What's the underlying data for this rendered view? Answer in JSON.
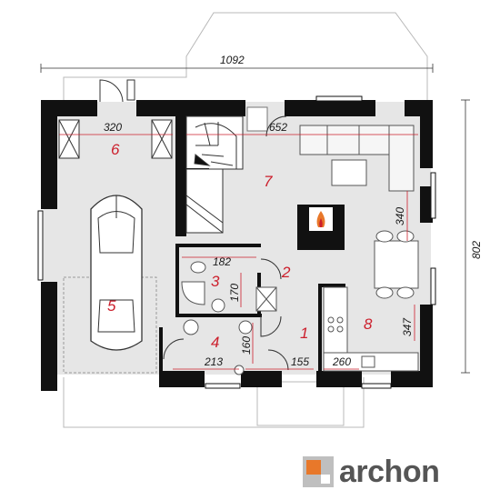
{
  "plan": {
    "overall_width": "1092",
    "overall_depth": "802",
    "rooms": [
      {
        "number": "1"
      },
      {
        "number": "2"
      },
      {
        "number": "3"
      },
      {
        "number": "4"
      },
      {
        "number": "5"
      },
      {
        "number": "6"
      },
      {
        "number": "7"
      },
      {
        "number": "8"
      }
    ],
    "dimensions": {
      "d320": "320",
      "d652": "652",
      "d340": "340",
      "d182": "182",
      "d170": "170",
      "d160": "160",
      "d213": "213",
      "d155": "155",
      "d260": "260",
      "d347": "347"
    }
  },
  "brand": {
    "name": "archon"
  },
  "colors": {
    "wall": "#111111",
    "floor": "#e6e6e6",
    "terrace": "#ffffff",
    "accent_red": "#cc1f2c",
    "logo_orange": "#e8782a",
    "logo_gray": "#555555"
  }
}
